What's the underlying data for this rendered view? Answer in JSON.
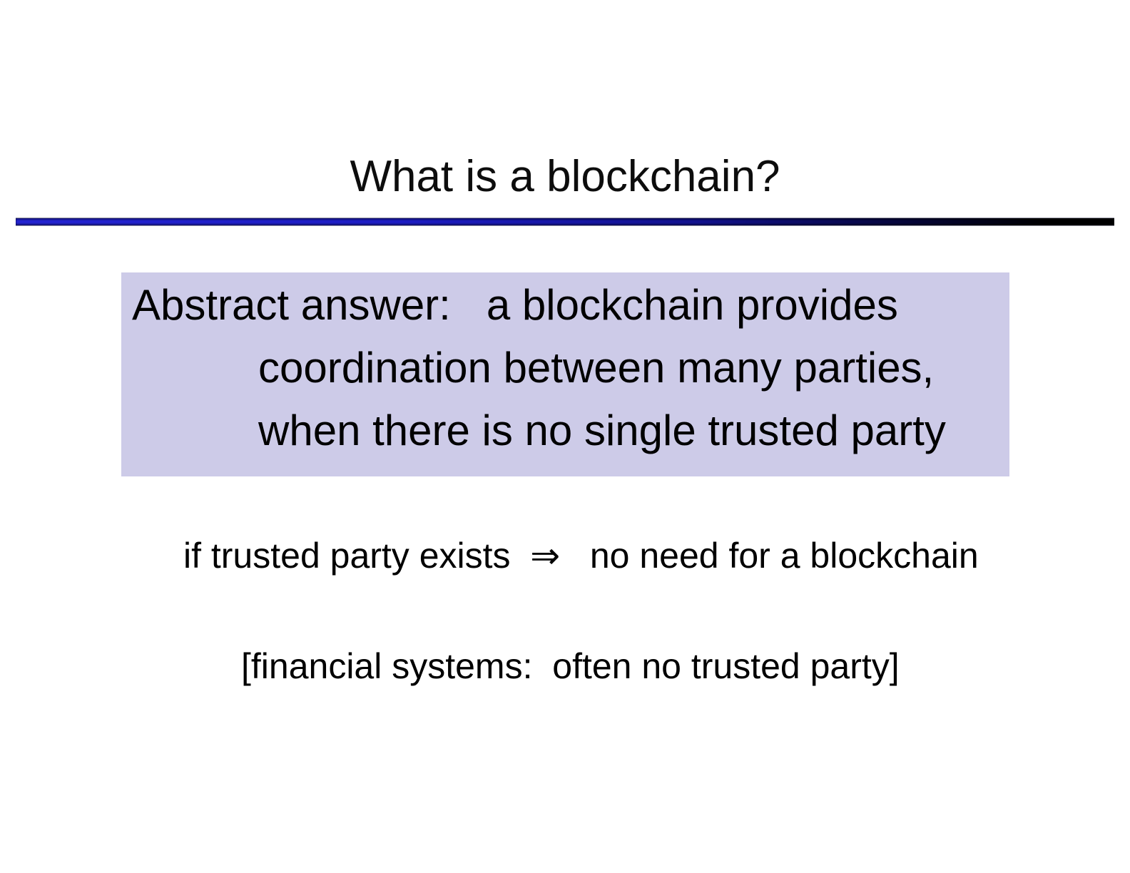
{
  "slide": {
    "title": "What is a blockchain?",
    "answer_box": {
      "line1": "Abstract answer:   a blockchain provides",
      "line2": "coordination between many parties,",
      "line3": "when there is no single trusted party"
    },
    "implication": "if trusted party exists  ⇒   no need for a blockchain",
    "note": "[financial systems:  often no trusted party]",
    "colors": {
      "highlight_box_background": "#cdcbe8",
      "divider_gradient_left": "#2424d2",
      "divider_gradient_right": "#000000",
      "text": "#000000",
      "background": "#ffffff"
    }
  }
}
